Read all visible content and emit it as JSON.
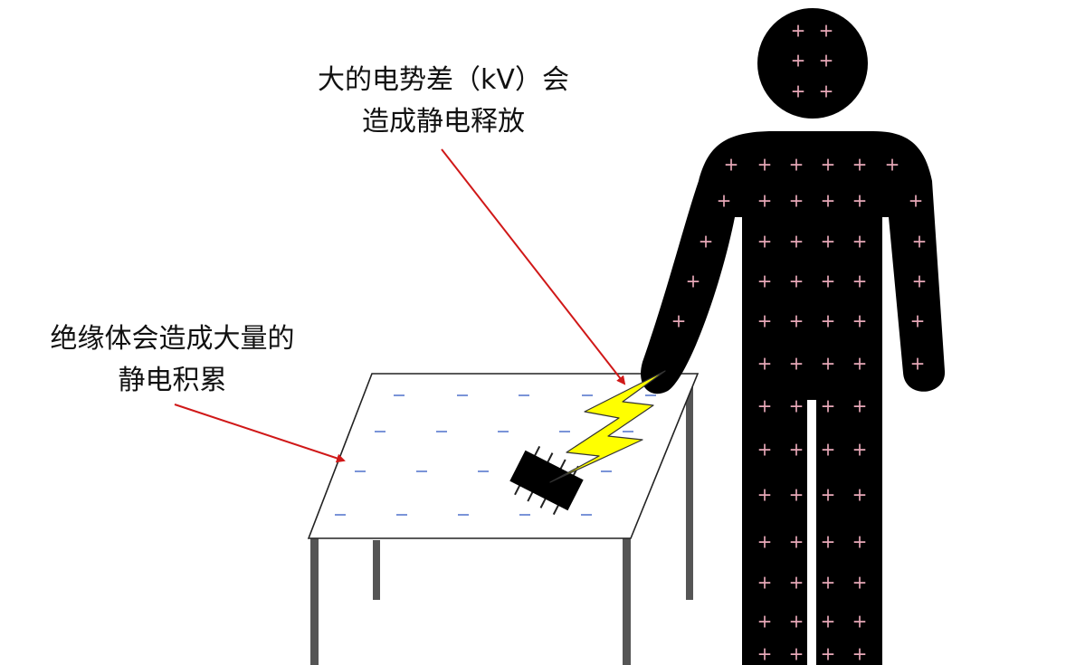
{
  "annotations": {
    "insulator": {
      "line1": "绝缘体会造成大量的",
      "line2": "静电积累"
    },
    "esd": {
      "line1": "大的电势差（kV）会",
      "line2": "造成静电释放"
    }
  },
  "charges": {
    "table": "−",
    "person": "+"
  },
  "colors": {
    "arrow": "#d01818",
    "person": "#000000",
    "person_charge": "#e8a8b8",
    "table_charge": "#7a94d8",
    "lightning": "#ffff00",
    "table_legs": "#555555"
  },
  "icons": {
    "person": "person-silhouette-icon",
    "chip": "ic-chip-icon",
    "spark": "lightning-bolt-icon"
  }
}
